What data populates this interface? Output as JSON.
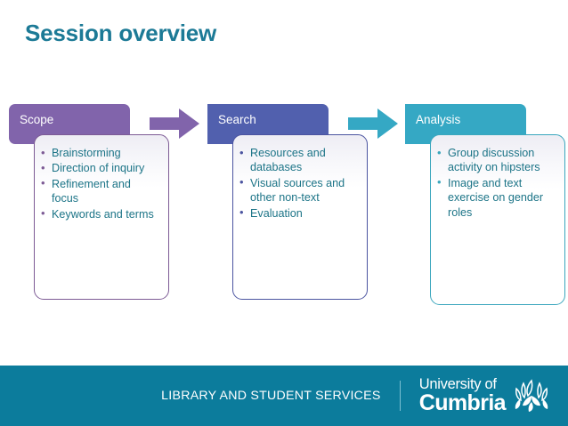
{
  "slide": {
    "title": "Session overview",
    "title_color": "#1c7a96",
    "background": "#ffffff"
  },
  "phases": [
    {
      "id": "scope",
      "header_label": "Scope",
      "header_color": "#8164ab",
      "border_color": "#7d5b95",
      "bullet_color": "#7d5b95",
      "items": [
        "Brainstorming",
        "Direction of inquiry",
        "Refinement and focus",
        "Keywords and terms"
      ]
    },
    {
      "id": "search",
      "header_label": "Search",
      "header_color": "#5160ae",
      "border_color": "#4b54a0",
      "bullet_color": "#4b54a0",
      "items": [
        "Resources and databases",
        "Visual sources and other non-text",
        "Evaluation"
      ]
    },
    {
      "id": "analysis",
      "header_label": "Analysis",
      "header_color": "#35a8c4",
      "border_color": "#3aa6bd",
      "bullet_color": "#3aa6bd",
      "items": [
        "Group discussion activity on hipsters",
        "Image and text exercise on gender roles"
      ]
    }
  ],
  "arrows": [
    {
      "id": "scope-to-search",
      "icon": "arrow-right-icon",
      "color": "#8164ab"
    },
    {
      "id": "search-to-analysis",
      "icon": "arrow-right-icon",
      "color": "#35a8c4"
    }
  ],
  "footer": {
    "background": "#0c7c9c",
    "service_line": "LIBRARY AND STUDENT SERVICES",
    "university_top": "University of",
    "university_bottom": "Cumbria",
    "logo_icon": "cumbria-leaf-logo-icon",
    "text_color": "#ffffff"
  }
}
